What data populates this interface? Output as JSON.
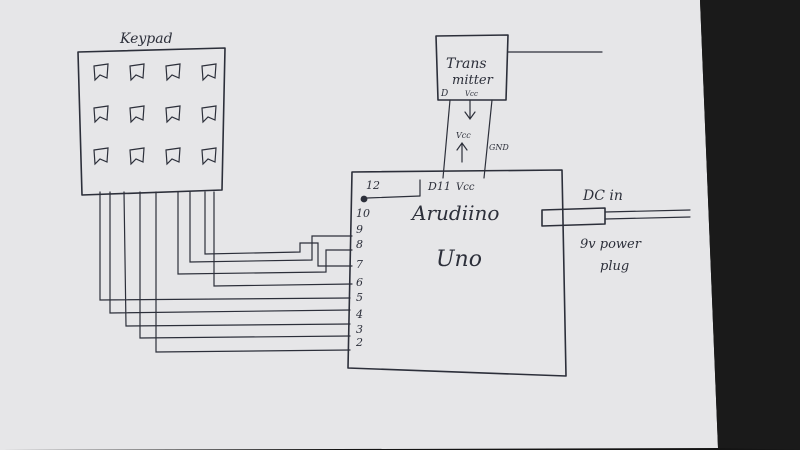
{
  "keypad": {
    "label": "Keypad",
    "key_rows": 3,
    "key_cols": 4
  },
  "transmitter": {
    "label_line1": "Trans",
    "label_line2": "mitter",
    "pin_d": "D",
    "pin_vcc": "Vcc"
  },
  "links": {
    "vcc": "Vcc",
    "gnd": "GND"
  },
  "arduino": {
    "label_line1": "Arudiino",
    "label_line2": "Uno",
    "pin_d": "D11",
    "pin_vcc": "Vcc",
    "pins": [
      "12",
      "10",
      "9",
      "8",
      "7",
      "6",
      "5",
      "4",
      "3",
      "2"
    ]
  },
  "power": {
    "label_dc": "DC in",
    "label_line1": "9v power",
    "label_line2": "plug"
  },
  "colors": {
    "paper": "#e6e6e8",
    "ink": "#2c2f3a",
    "background": "#111111"
  }
}
